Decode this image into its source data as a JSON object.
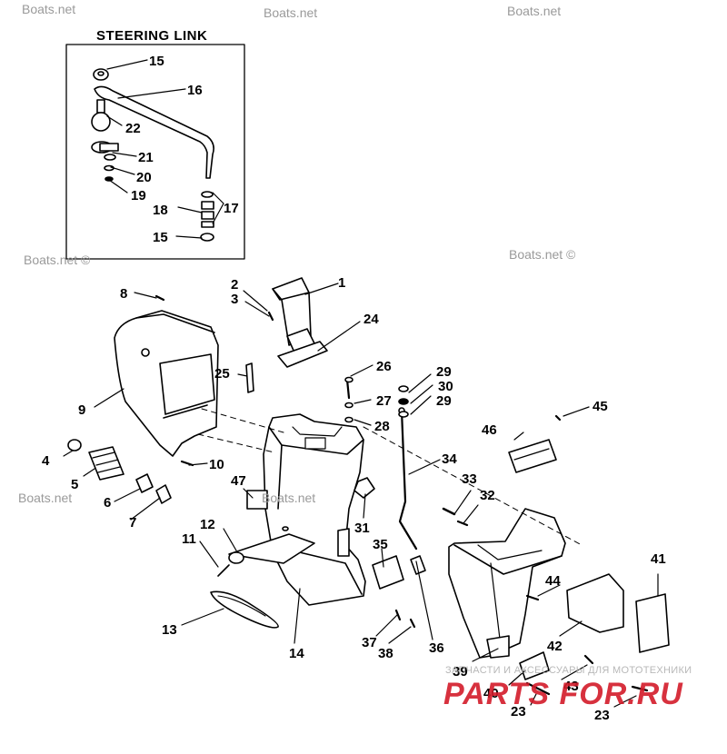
{
  "inset": {
    "title": "STEERING LINK"
  },
  "watermarks": [
    "Boats.net",
    "Boats.net",
    "Boats.net",
    "Boats.net ©",
    "Boats.net ©",
    "Boats.net",
    "Boats.net"
  ],
  "brand": {
    "tagline": "ЗАПЧАСТИ И АКСЕССУАРЫ ДЛЯ МОТОТЕХНИКИ",
    "logo": "PARTS FOR.RU"
  },
  "callouts": [
    "15",
    "16",
    "22",
    "21",
    "20",
    "19",
    "18",
    "17",
    "15",
    "1",
    "2",
    "3",
    "24",
    "8",
    "9",
    "25",
    "26",
    "27",
    "28",
    "29",
    "30",
    "29",
    "45",
    "46",
    "4",
    "5",
    "6",
    "7",
    "10",
    "47",
    "34",
    "33",
    "32",
    "31",
    "12",
    "11",
    "35",
    "13",
    "14",
    "37",
    "38",
    "36",
    "44",
    "41",
    "42",
    "39",
    "43",
    "40",
    "23",
    "23"
  ],
  "colors": {
    "ink": "#000000",
    "watermark": "#9a9a9a",
    "brand_red": "#d31b2a"
  }
}
